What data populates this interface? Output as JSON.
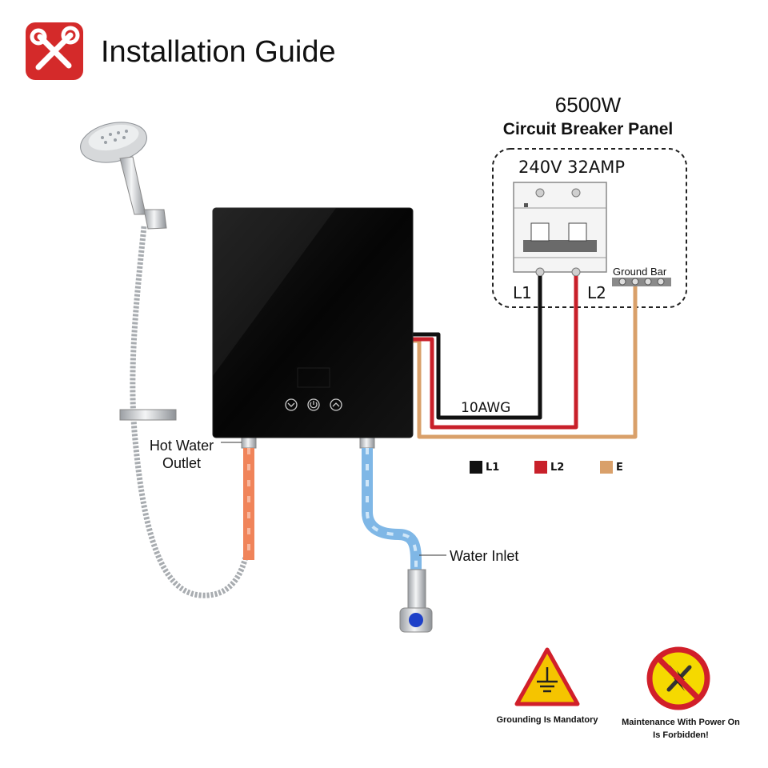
{
  "header": {
    "title": "Installation Guide",
    "icon": "tools-icon",
    "icon_bg": "#d42a2a"
  },
  "breaker_panel": {
    "power": "6500W",
    "name": "Circuit Breaker Panel",
    "rating": "240V 32AMP",
    "terminal_left": "L1",
    "terminal_right": "L2",
    "ground_bar": "Ground Bar"
  },
  "wiring": {
    "gauge": "10AWG",
    "legend": [
      {
        "label": "L1",
        "color": "#111111"
      },
      {
        "label": "L2",
        "color": "#c8202a"
      },
      {
        "label": "E",
        "color": "#d9a06a"
      }
    ]
  },
  "heater": {
    "panel_color": "#0b0b0b",
    "controls": [
      "chevron-down-icon",
      "power-icon",
      "chevron-up-icon"
    ]
  },
  "labels": {
    "hot_water_outlet": "Hot Water Outlet",
    "water_inlet": "Water Inlet"
  },
  "warnings": {
    "grounding": "Grounding Is Mandatory",
    "maintenance": "Maintenance With Power On Is Forbidden!"
  }
}
